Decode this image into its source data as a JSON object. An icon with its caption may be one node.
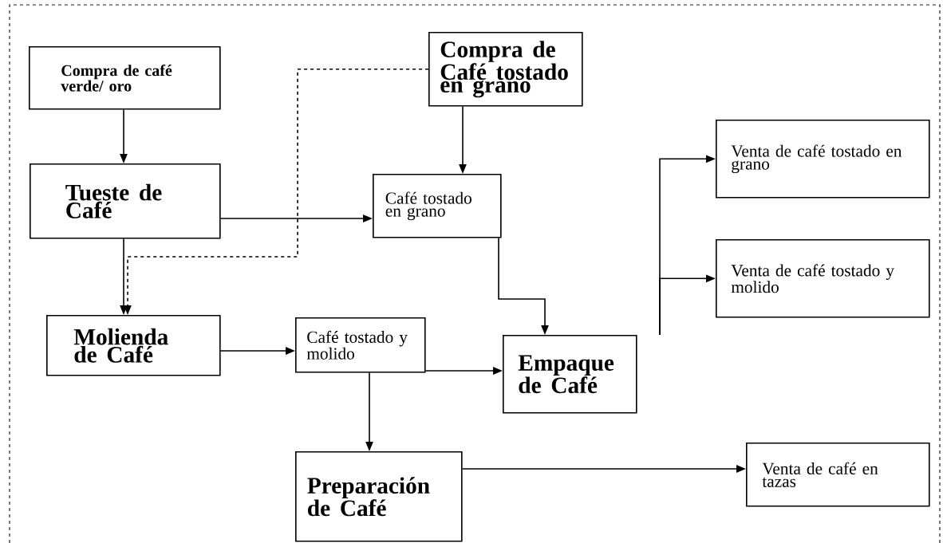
{
  "diagram": {
    "nodes": [
      {
        "text": [
          "Compra de café verde/ oro"
        ]
      },
      {
        "text": [
          "Compra de Café tostado en grano"
        ]
      },
      {
        "text": [
          "Tueste de Café"
        ]
      },
      {
        "text": [
          "Venta de café tostado en grano"
        ]
      },
      {
        "text": [
          "Café tostado en grano"
        ]
      },
      {
        "text": [
          "Venta de café tostado y molido"
        ]
      },
      {
        "text": [
          "Molienda de Café"
        ]
      },
      {
        "text": [
          "Café tostado y molido"
        ]
      },
      {
        "text": [
          "Empaque de Café"
        ]
      },
      {
        "text": [
          "Preparación de Café"
        ]
      },
      {
        "text": [
          "Venta de café en tazas"
        ]
      }
    ],
    "edges": [
      {
        "from": 0,
        "to": 2,
        "arrow": "to"
      },
      {
        "from": 1,
        "to": 4,
        "arrow": "to"
      },
      {
        "from": 1,
        "to": 6,
        "arrow": "to",
        "style": "dashed"
      },
      {
        "from": 2,
        "to": 4,
        "arrow": "to"
      },
      {
        "from": 2,
        "to": 6,
        "arrow": "to"
      },
      {
        "from": 6,
        "to": 7,
        "arrow": "to"
      },
      {
        "from": 7,
        "to": 8,
        "arrow": "to"
      },
      {
        "from": 4,
        "to": 8,
        "arrow": "to"
      },
      {
        "from": 7,
        "to": 9,
        "arrow": "to"
      },
      {
        "from": 8,
        "to": 3,
        "arrow": "to"
      },
      {
        "from": 8,
        "to": 5,
        "arrow": "to"
      },
      {
        "from": 9,
        "to": 10,
        "arrow": "to"
      }
    ]
  }
}
